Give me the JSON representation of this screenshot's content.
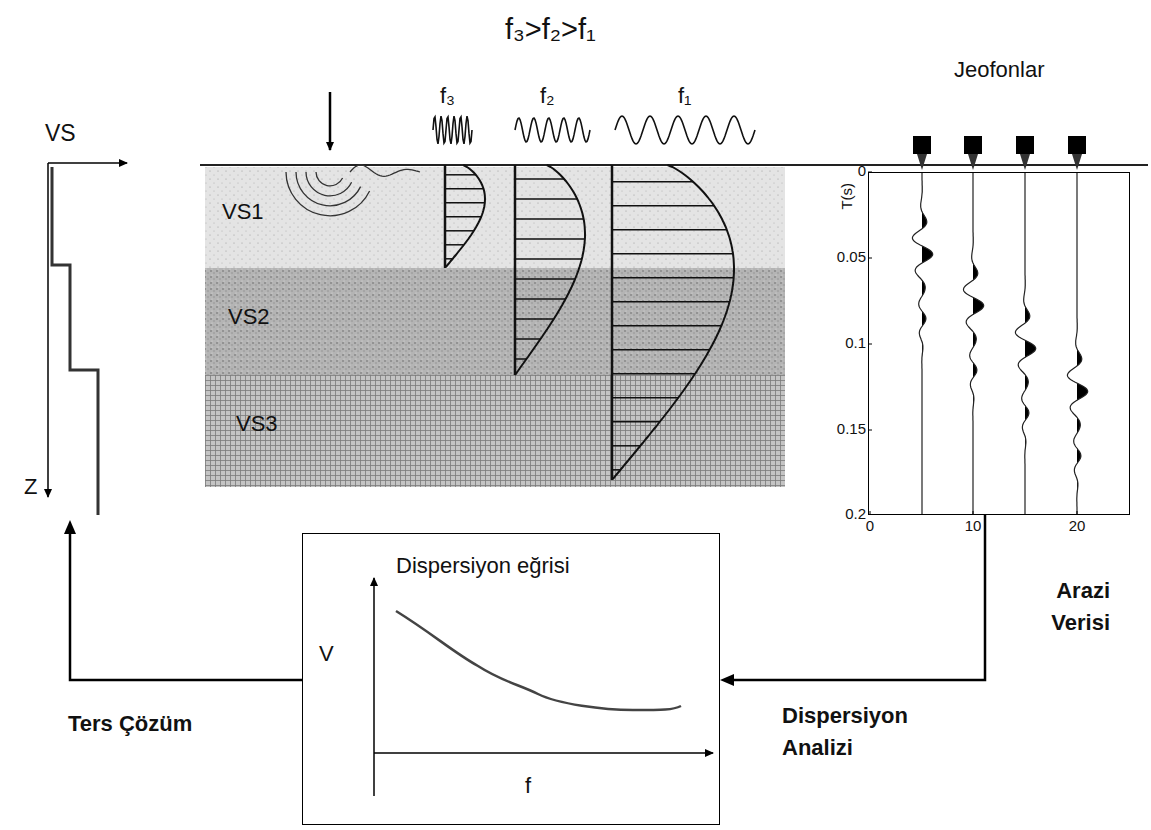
{
  "diagram": {
    "title": "f₃>f₂>f₁",
    "nodes": [
      {
        "text": [
          "Jeofonlar"
        ]
      },
      {
        "text": [
          "Dispersiyon eğrisi",
          "V",
          "f"
        ]
      },
      {
        "text": [
          "VS",
          "Z"
        ]
      }
    ],
    "edges": [
      {
        "from": 0,
        "to": 1,
        "arrow": "to",
        "label": "Dispersiyon Analizi"
      },
      {
        "from": 1,
        "to": 2,
        "arrow": "to",
        "label": "Ters Çözüm"
      }
    ],
    "labels": [
      "Arazi Verisi",
      "VS1",
      "VS2",
      "VS3",
      "f₃",
      "f₂",
      "f₁",
      "T(s)",
      "0",
      "0.05",
      "0.1",
      "0.15",
      "0.2",
      "0",
      "10",
      "20"
    ]
  }
}
